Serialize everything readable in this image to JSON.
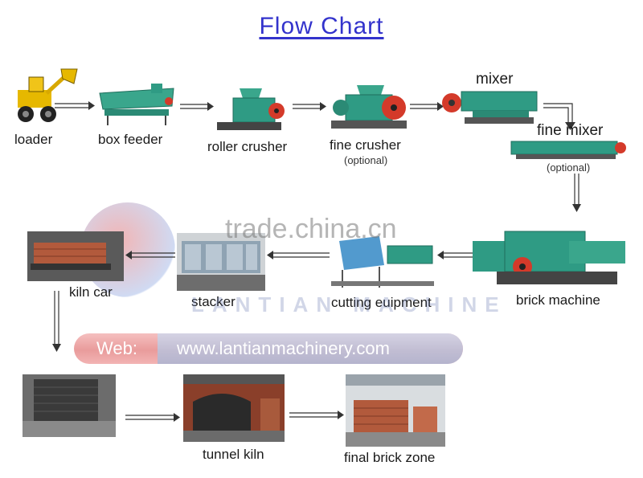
{
  "title": "Flow Chart",
  "watermark": {
    "site": "trade.china.cn",
    "brand": "LANTIAN MACHINE",
    "web_label": "Web:",
    "web_url": "www.lantianmachinery.com"
  },
  "steps": {
    "loader": "loader",
    "box_feeder": "box feeder",
    "roller_crusher": "roller crusher",
    "fine_crusher": "fine crusher",
    "fine_crusher_note": "(optional)",
    "mixer": "mixer",
    "fine_mixer": "fine mixer",
    "fine_mixer_note": "(optional)",
    "brick_machine": "brick machine",
    "cutting_equipment": "cutting euipment",
    "stacker": "stacker",
    "kiln_car": "kiln car",
    "tunnel_kiln": "tunnel kiln",
    "final_brick_zone": "final brick zone"
  },
  "colors": {
    "title": "#3333cc",
    "machine_green": "#2f9b84",
    "machine_red": "#d43a2a",
    "arrow": "#333333",
    "brick": "#b25a3c"
  }
}
